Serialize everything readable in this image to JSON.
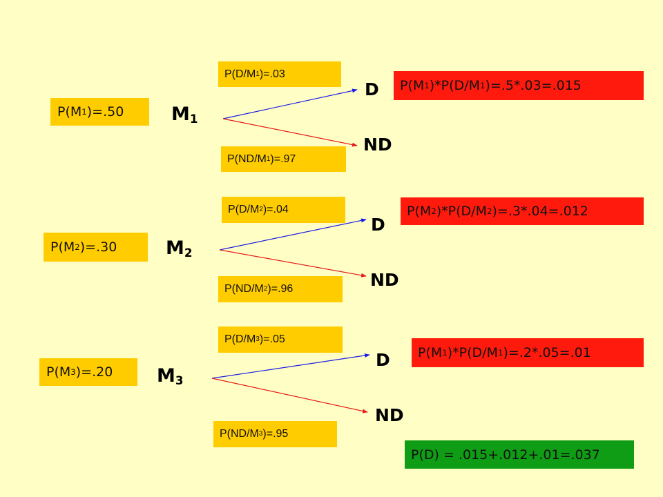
{
  "colors": {
    "background": "#FFFFC5",
    "label_yellow": "#FFCC00",
    "result_red": "#FF1A0D",
    "total_green": "#0F9D15",
    "d_branch": "#1A1AE6",
    "nd_branch": "#E61A1A"
  },
  "branches": [
    {
      "prior": {
        "a": "P(M",
        "sub": "1",
        "b": ")=.50"
      },
      "node": {
        "a": "M",
        "sub": "1"
      },
      "p_d": {
        "a": "P(D/M",
        "sub": "1",
        "b": ")=.03"
      },
      "p_nd": {
        "a": "P(ND/M",
        "sub": "1",
        "b": ")=.97"
      },
      "out_d": "D",
      "out_nd": "ND",
      "result": {
        "a": "P(M",
        "s1": "1",
        "b": ")*P(D/M",
        "s2": "1",
        "c": ")=.5*.03=.015"
      }
    },
    {
      "prior": {
        "a": "P(M",
        "sub": "2",
        "b": ")=.30"
      },
      "node": {
        "a": "M",
        "sub": "2"
      },
      "p_d": {
        "a": "P(D/M",
        "sub": "2",
        "b": ")=.04"
      },
      "p_nd": {
        "a": "P(ND/M",
        "sub": "2",
        "b": ")=.96"
      },
      "out_d": "D",
      "out_nd": "ND",
      "result": {
        "a": "P(M",
        "s1": "2",
        "b": ")*P(D/M",
        "s2": "2",
        "c": ")=.3*.04=.012"
      }
    },
    {
      "prior": {
        "a": "P(M",
        "sub": "3",
        "b": ")=.20"
      },
      "node": {
        "a": "M",
        "sub": "3"
      },
      "p_d": {
        "a": "P(D/M",
        "sub": "3",
        "b": ")=.05"
      },
      "p_nd": {
        "a": "P(ND/M",
        "sub": "3",
        "b": ")=.95"
      },
      "out_d": "D",
      "out_nd": "ND",
      "result": {
        "a": "P(M",
        "s1": "1",
        "b": ")*P(D/M",
        "s2": "1",
        "c": ")=.2*.05=.01"
      }
    }
  ],
  "total": "P(D) = .015+.012+.01=.037"
}
